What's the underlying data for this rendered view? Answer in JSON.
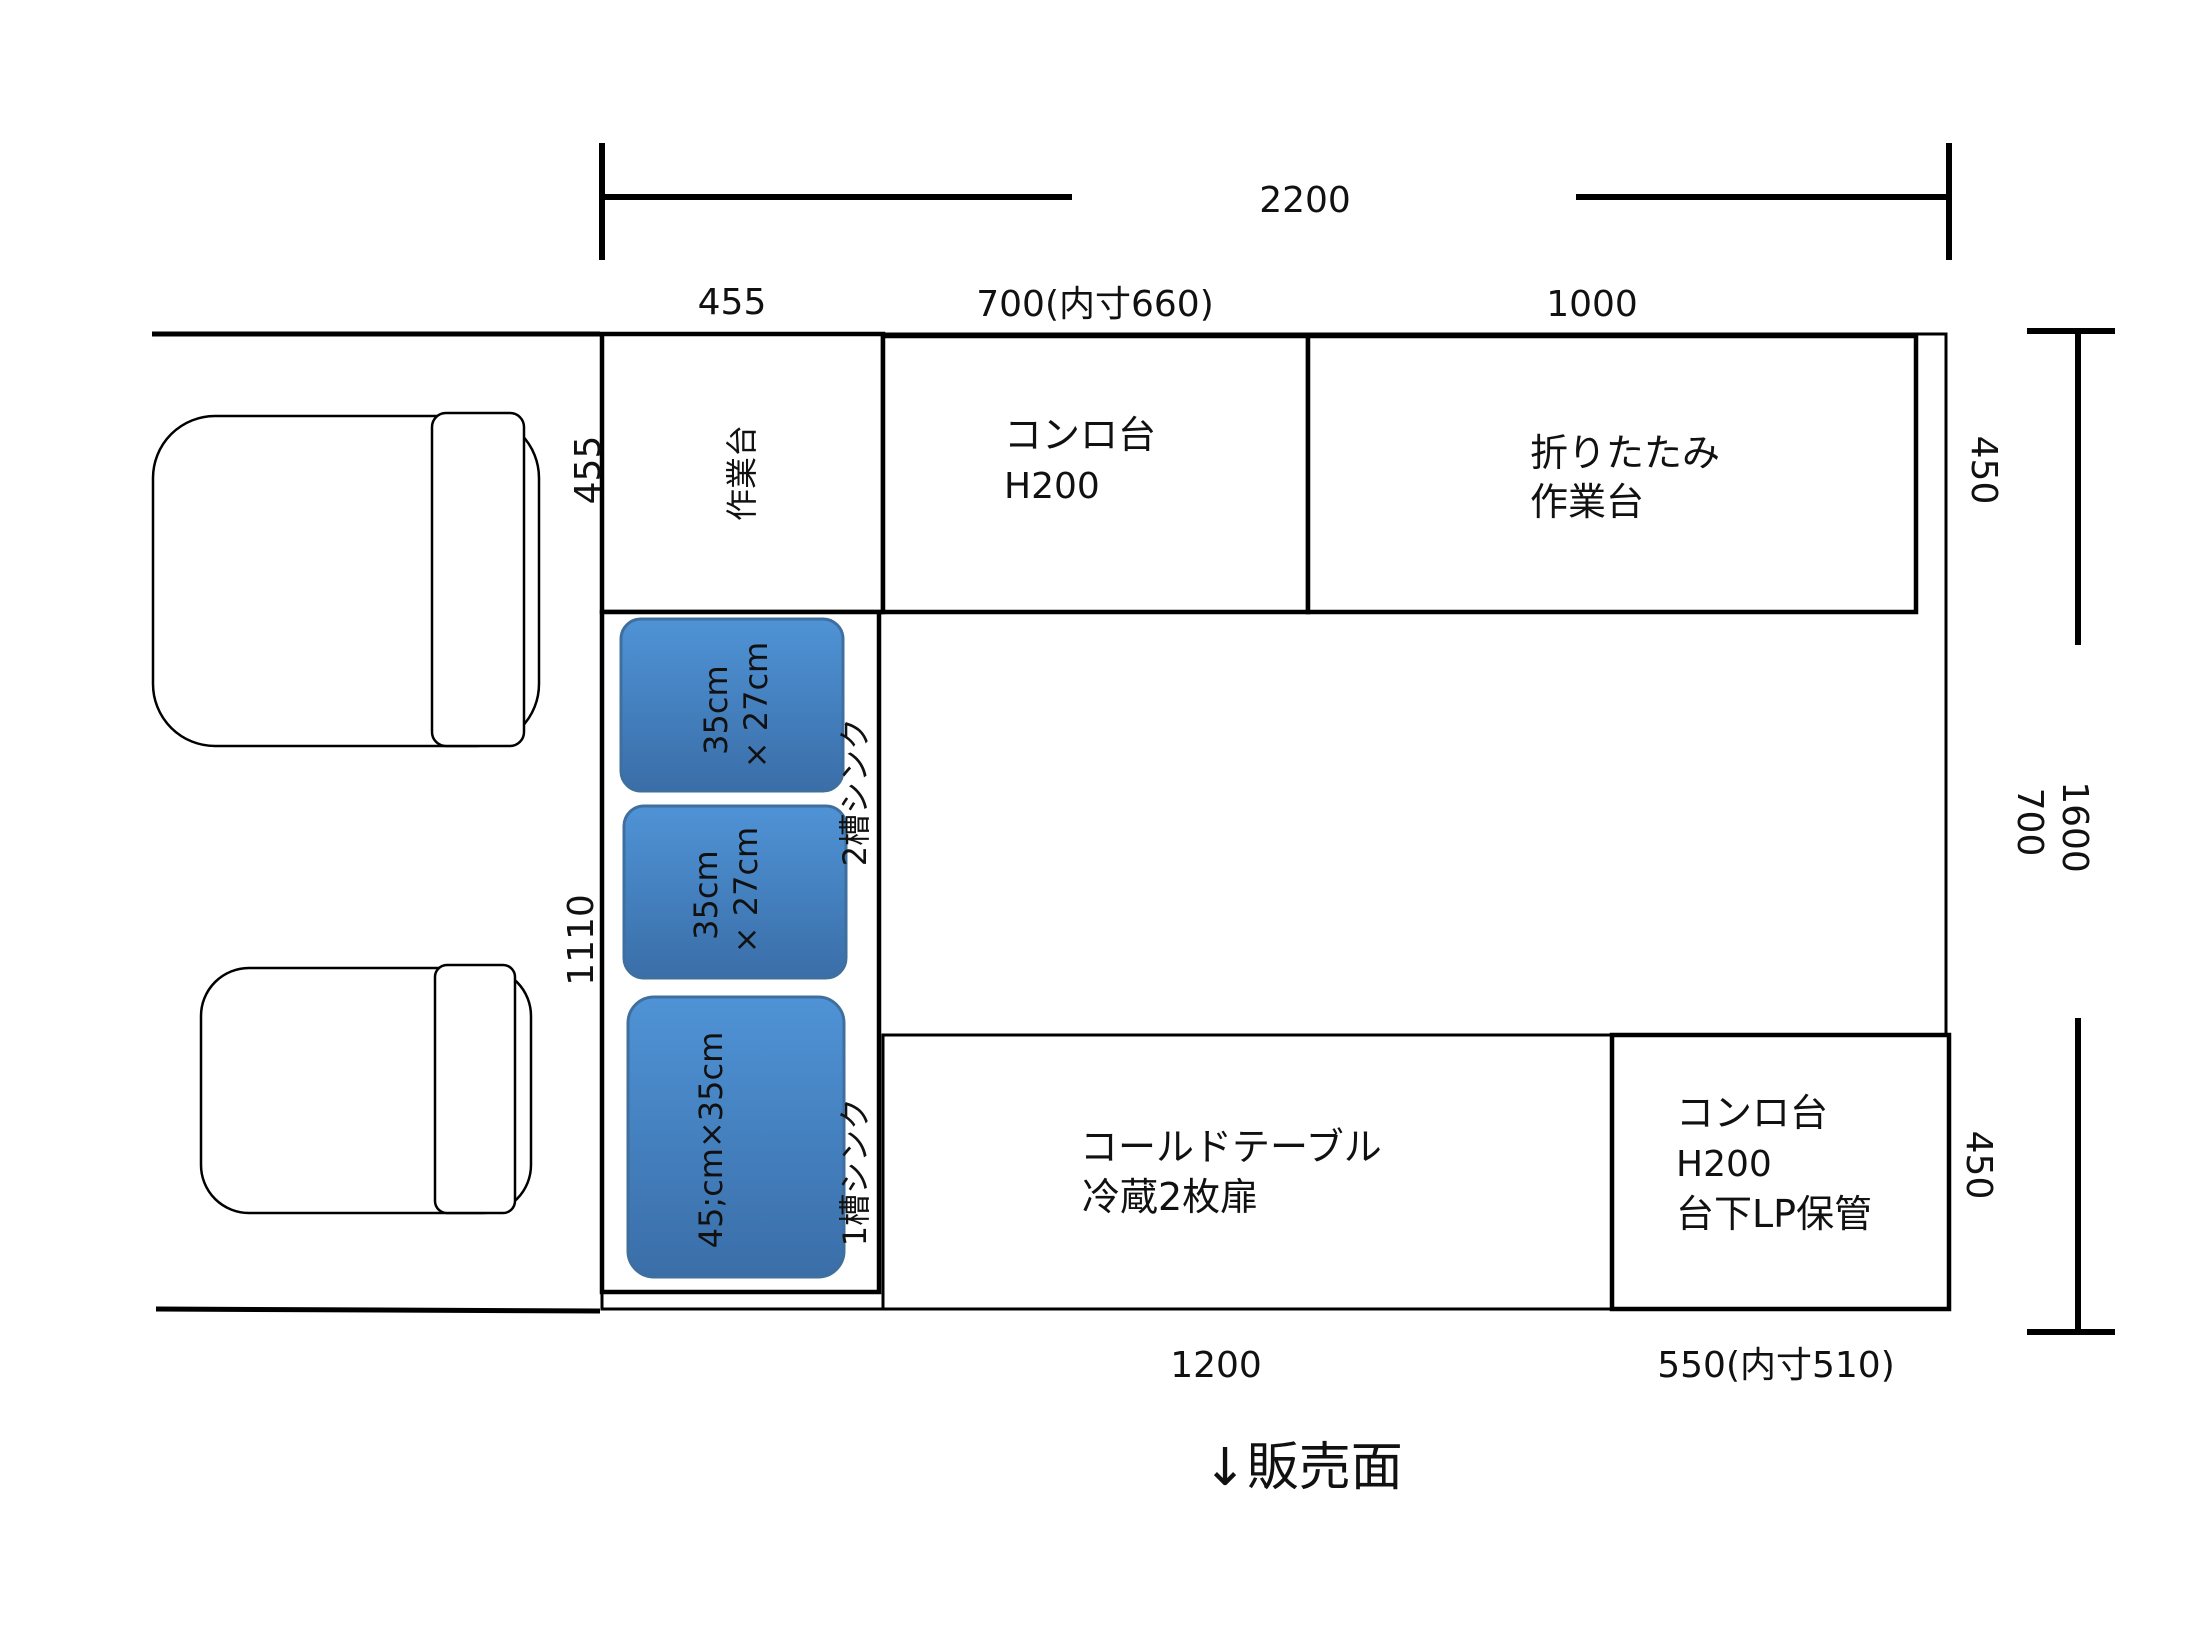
{
  "dimensions": {
    "overall_width": "2200",
    "seg_455": "455",
    "seg_700": "700(内寸660)",
    "seg_1000": "1000",
    "left_455": "455",
    "left_1110": "1110",
    "right_450_top": "450",
    "right_700": "700",
    "right_1600": "1600",
    "right_450_bottom": "450",
    "bottom_1200": "1200",
    "bottom_550": "550(内寸510)"
  },
  "modules": {
    "worktable": "作業台",
    "stove_top_line1": "コンロ台",
    "stove_top_line2": "H200",
    "folding_line1": "折りたたみ",
    "folding_line2": "作業台",
    "cold_table_line1": "コールドテーブル",
    "cold_table_line2": "冷蔵2枚扉",
    "stove_bottom_line1": "コンロ台",
    "stove_bottom_line2": "H200",
    "stove_bottom_line3": "台下LP保管"
  },
  "sinks": {
    "two_tank_label": "2槽シンク",
    "one_tank_label": "1槽シンク",
    "basin1_line1": "35cm",
    "basin1_line2": "× 27cm",
    "basin2_line1": "35cm",
    "basin2_line2": "× 27cm",
    "basin3": "45;cm×35cm"
  },
  "footer": {
    "sales_side": "↓販売面"
  },
  "colors": {
    "sink_top": "#4f93d6",
    "sink_bottom": "#3a6ea8"
  }
}
